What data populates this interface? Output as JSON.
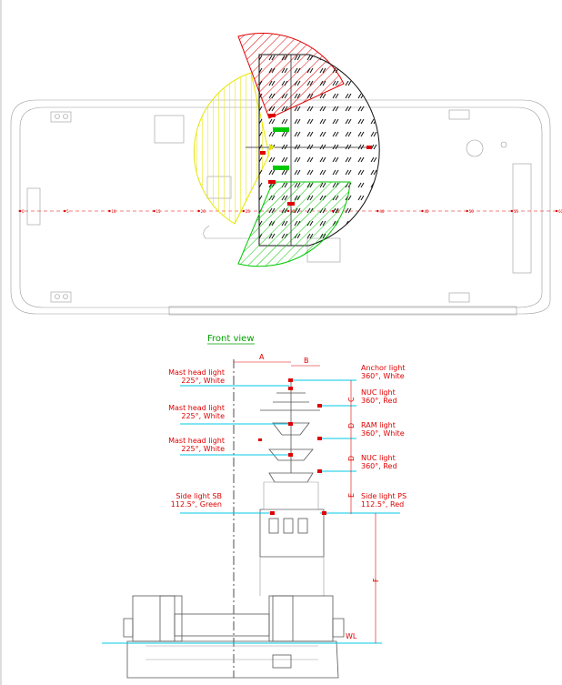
{
  "front_view_title": "Front view",
  "dimension_labels": {
    "a": "A",
    "b": "B",
    "c": "C",
    "d1": "D",
    "d2": "D",
    "e": "E",
    "f": "F",
    "wl": "WL"
  },
  "scale_labels": [
    "0",
    "5",
    "10",
    "15",
    "20",
    "25",
    "30",
    "35",
    "40",
    "45",
    "50",
    "55",
    "60"
  ],
  "lights_left": [
    {
      "name": "Mast head light",
      "spec": "225°, White"
    },
    {
      "name": "Mast head light",
      "spec": "225°, White"
    },
    {
      "name": "Mast head light",
      "spec": "225°, White"
    },
    {
      "name": "Side light SB",
      "spec": "112.5°, Green"
    }
  ],
  "lights_right": [
    {
      "name": "Anchor light",
      "spec": "360°, White"
    },
    {
      "name": "NUC light",
      "spec": "360°, Red"
    },
    {
      "name": "RAM light",
      "spec": "360°, White"
    },
    {
      "name": "NUC light",
      "spec": "360°, Red"
    },
    {
      "name": "Side light PS",
      "spec": "112.5°, Red"
    }
  ],
  "colors": {
    "red": "#e00000",
    "yellow": "#e6e600",
    "green": "#00c800",
    "black": "#111111",
    "cyan": "#00c8e6",
    "title_green": "#00a000"
  }
}
